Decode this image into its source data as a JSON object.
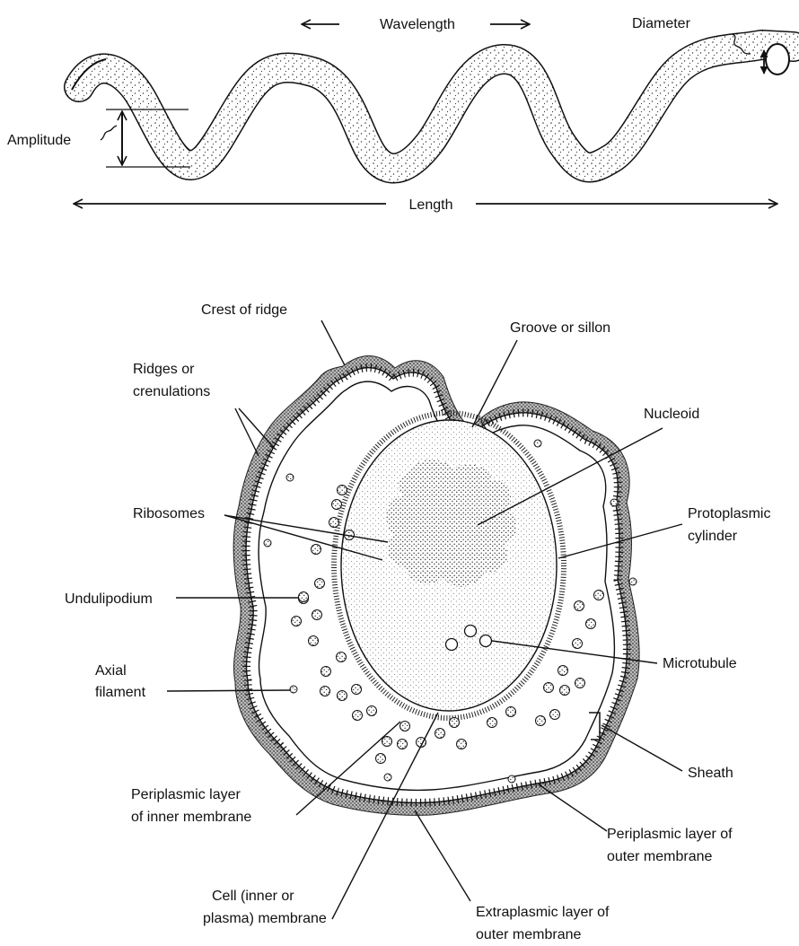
{
  "spirochete_dimensions": {
    "wavelength": "Wavelength",
    "diameter": "Diameter",
    "amplitude": "Amplitude",
    "length": "Length"
  },
  "cross_section": {
    "crest_of_ridge": "Crest of ridge",
    "groove_or_sillon": "Groove or sillon",
    "ridges": [
      "Ridges or",
      "crenulations"
    ],
    "nucleoid": "Nucleoid",
    "ribosomes": "Ribosomes",
    "protoplasmic_cylinder": [
      "Protoplasmic",
      "cylinder"
    ],
    "undulipodium": "Undulipodium",
    "axial_filament": [
      "Axial",
      "filament"
    ],
    "microtubule": "Microtubule",
    "sheath": "Sheath",
    "periplasmic_inner": [
      "Periplasmic layer",
      "of inner membrane"
    ],
    "periplasmic_outer": [
      "Periplasmic layer of",
      "outer membrane"
    ],
    "cell_membrane": [
      "Cell (inner or",
      "plasma) membrane"
    ],
    "extraplasmic_outer": [
      "Extraplasmic layer of",
      "outer membrane"
    ]
  }
}
